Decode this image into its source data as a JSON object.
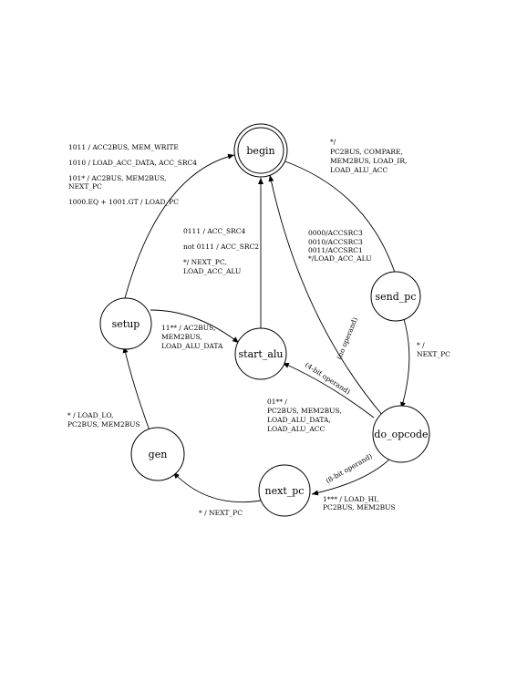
{
  "states": {
    "begin": "begin",
    "send_pc": "send_pc",
    "do_opcode": "do_opcode",
    "next_pc": "next_pc",
    "gen": "gen",
    "setup": "setup",
    "start_alu": "start_alu"
  },
  "labels": {
    "begin_send": [
      "*/",
      "PC2BUS, COMPARE,",
      "MEM2BUS, LOAD_IR,",
      "LOAD_ALU_ACC"
    ],
    "send_do": [
      "* /",
      "NEXT_PC"
    ],
    "do_begin_center": [
      "0000/ACCSRC3",
      "0010/ACCSRC3",
      "0011/ACCSRC1",
      "*/LOAD_ACC_ALU"
    ],
    "do_begin_rot": "(no operand)",
    "do_alu_rot": "(4-bit operand)",
    "do_alu": [
      "01** /",
      "PC2BUS, MEM2BUS,",
      "LOAD_ALU_DATA,",
      "LOAD_ALU_ACC"
    ],
    "do_next_rot": "(8-bit operand)",
    "next_do": [
      "1*** / LOAD_HI,",
      "PC2BUS, MEM2BUS"
    ],
    "next_gen": "* / NEXT_PC",
    "gen_setup": [
      "* / LOAD_LO,",
      "PC2BUS, MEM2BUS"
    ],
    "setup_alu": [
      "11** / AC2BUS,",
      "MEM2BUS,",
      "LOAD_ALU_DATA"
    ],
    "alu_begin": [
      "0111 / ACC_SRC4",
      "not 0111 / ACC_SRC2",
      "*/ NEXT_PC,",
      "LOAD_ACC_ALU"
    ],
    "setup_begin": [
      "1011 / ACC2BUS, MEM_WRITE",
      "1010 / LOAD_ACC_DATA, ACC_SRC4",
      "101* / AC2BUS, MEM2BUS,",
      "NEXT_PC",
      "1000.EQ + 1001.GT / LOAD_PC"
    ]
  }
}
